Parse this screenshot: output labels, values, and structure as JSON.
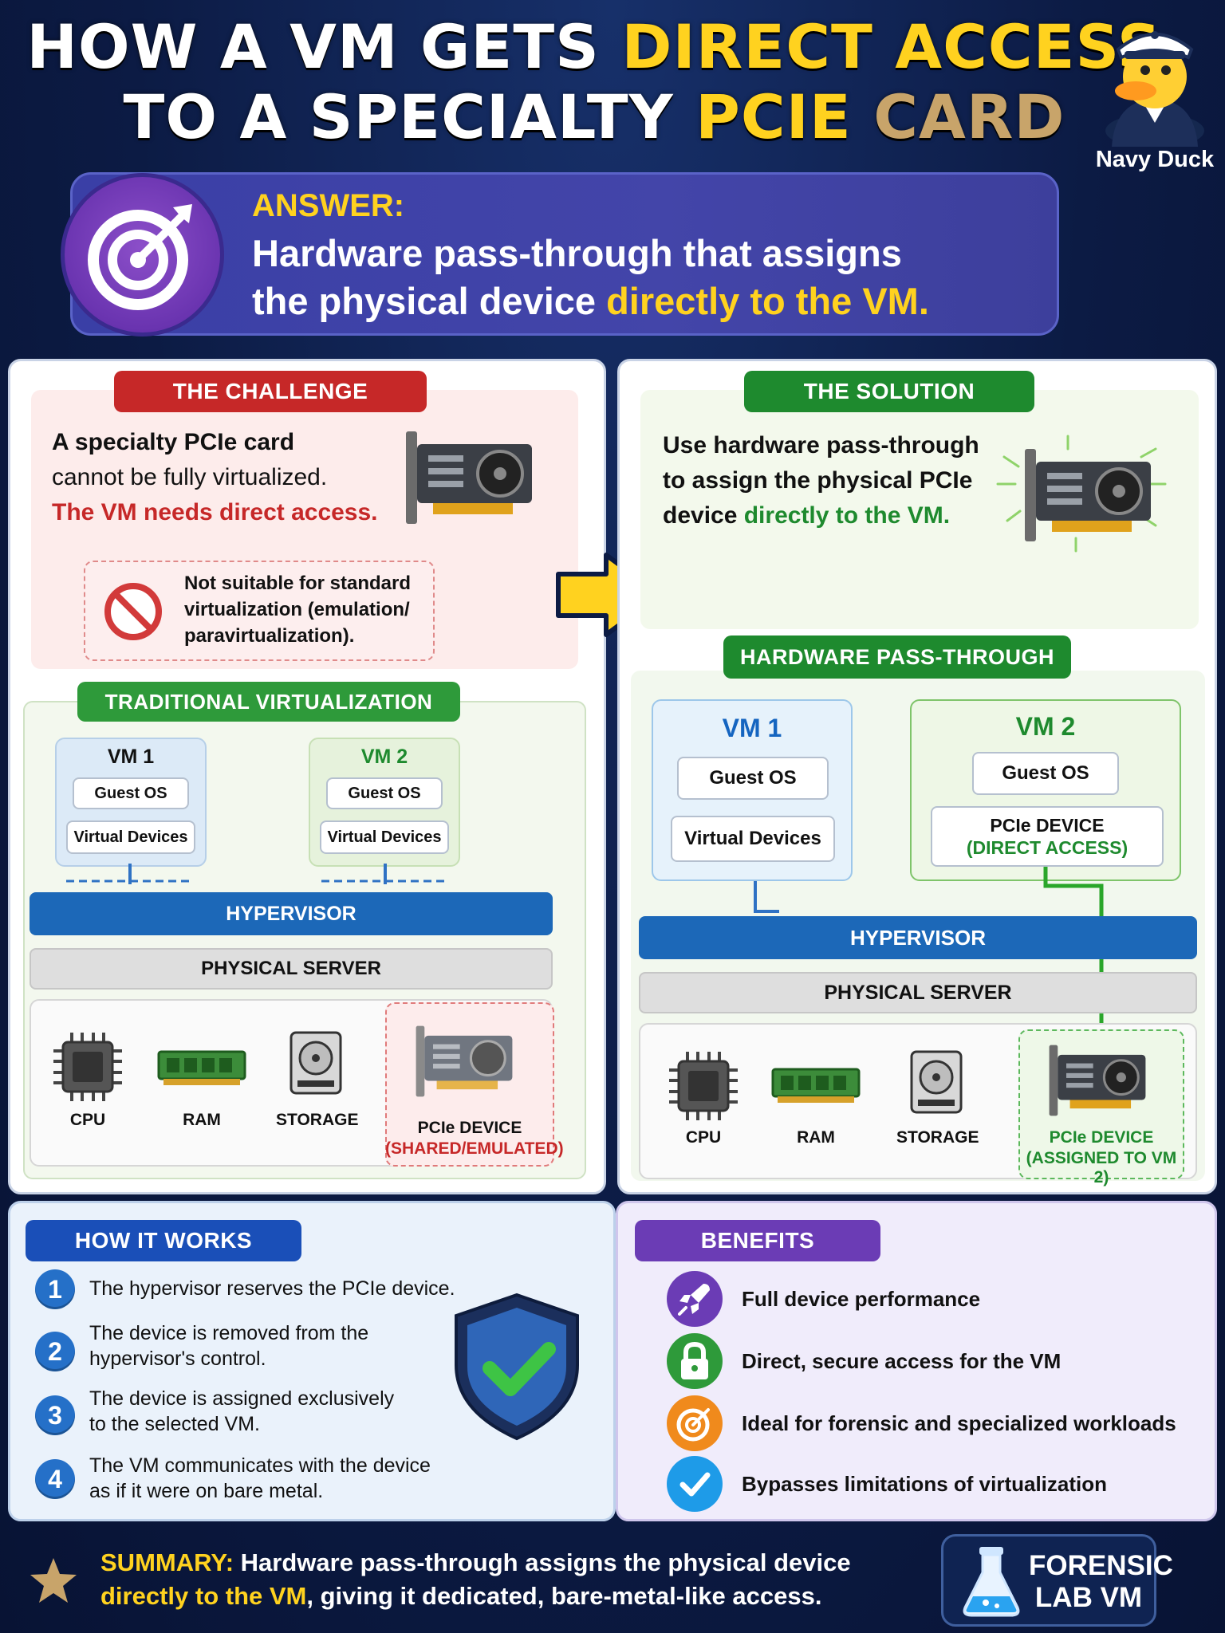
{
  "title": {
    "line1_white": "HOW A VM GETS ",
    "line1_yellow": "DIRECT ACCESS",
    "line2_white": "TO A SPECIALTY ",
    "line2_yellow": "PCIE ",
    "line2_tan": "CARD"
  },
  "mascot": {
    "label": "Navy Duck"
  },
  "answer": {
    "kicker": "ANSWER:",
    "line1": "Hardware pass-through that assigns",
    "line2_white": "the physical device ",
    "line2_yellow": "directly to the VM."
  },
  "challenge": {
    "header": "THE CHALLENGE",
    "line1": "A specialty PCIe card",
    "line2": "cannot be fully virtualized.",
    "line3_red": "The VM needs direct access.",
    "note_line1": "Not suitable for standard",
    "note_line2": "virtualization (emulation/",
    "note_line3": "paravirtualization).",
    "traditional_header": "TRADITIONAL VIRTUALIZATION",
    "vm1": {
      "title": "VM 1",
      "guest": "Guest OS",
      "devices": "Virtual Devices"
    },
    "vm2": {
      "title": "VM 2",
      "guest": "Guest OS",
      "devices": "Virtual Devices"
    },
    "hypervisor": "HYPERVISOR",
    "server": "PHYSICAL SERVER",
    "hw": {
      "cpu": "CPU",
      "ram": "RAM",
      "storage": "STORAGE",
      "pcie": "PCIe DEVICE",
      "pcie_sub": "(SHARED/EMULATED)"
    }
  },
  "solution": {
    "header": "THE SOLUTION",
    "line1": "Use hardware pass-through",
    "line2": "to assign the physical PCIe",
    "line3_black": "device ",
    "line3_green": "directly to the VM.",
    "passthrough_header": "HARDWARE PASS-THROUGH",
    "vm1": {
      "title": "VM 1",
      "guest": "Guest OS",
      "devices": "Virtual Devices"
    },
    "vm2": {
      "title": "VM 2",
      "guest": "Guest OS",
      "pcie": "PCIe DEVICE",
      "pcie_sub": "(DIRECT ACCESS)"
    },
    "hypervisor": "HYPERVISOR",
    "server": "PHYSICAL SERVER",
    "hw": {
      "cpu": "CPU",
      "ram": "RAM",
      "storage": "STORAGE",
      "pcie": "PCIe DEVICE",
      "pcie_sub": "(ASSIGNED TO VM 2)"
    }
  },
  "how": {
    "header": "HOW IT WORKS",
    "steps": [
      {
        "n": "1",
        "l1": "The hypervisor reserves the PCIe device.",
        "l2": ""
      },
      {
        "n": "2",
        "l1": "The device is removed from the",
        "l2": "hypervisor's control."
      },
      {
        "n": "3",
        "l1": "The device is assigned exclusively",
        "l2": "to the selected VM."
      },
      {
        "n": "4",
        "l1": "The VM communicates with the device",
        "l2": "as if it were on bare metal."
      }
    ]
  },
  "benefits": {
    "header": "BENEFITS",
    "items": [
      "Full device performance",
      "Direct, secure access for the VM",
      "Ideal for forensic and specialized workloads",
      "Bypasses limitations of virtualization"
    ]
  },
  "summary": {
    "kicker": "SUMMARY:",
    "line1": " Hardware pass-through assigns the physical device",
    "line2_yellow": "directly to the VM",
    "line2_white": ", giving it dedicated, bare-metal-like access."
  },
  "badge": {
    "line1": "FORENSIC",
    "line2": "LAB VM"
  },
  "colors": {
    "red": "#c62828",
    "green": "#1e8a2e",
    "blue": "#1565c0",
    "yellow": "#ffd21f",
    "purple": "#6a34b0"
  }
}
